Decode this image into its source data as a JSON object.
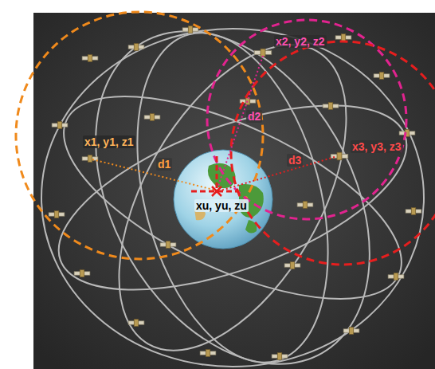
{
  "diagram": {
    "labels": [
      "x1, y1, z1",
      "d1",
      "x2, y2, z2",
      "d2",
      "x3, y3, z3",
      "d3",
      "xu, yu, zu"
    ]
  }
}
